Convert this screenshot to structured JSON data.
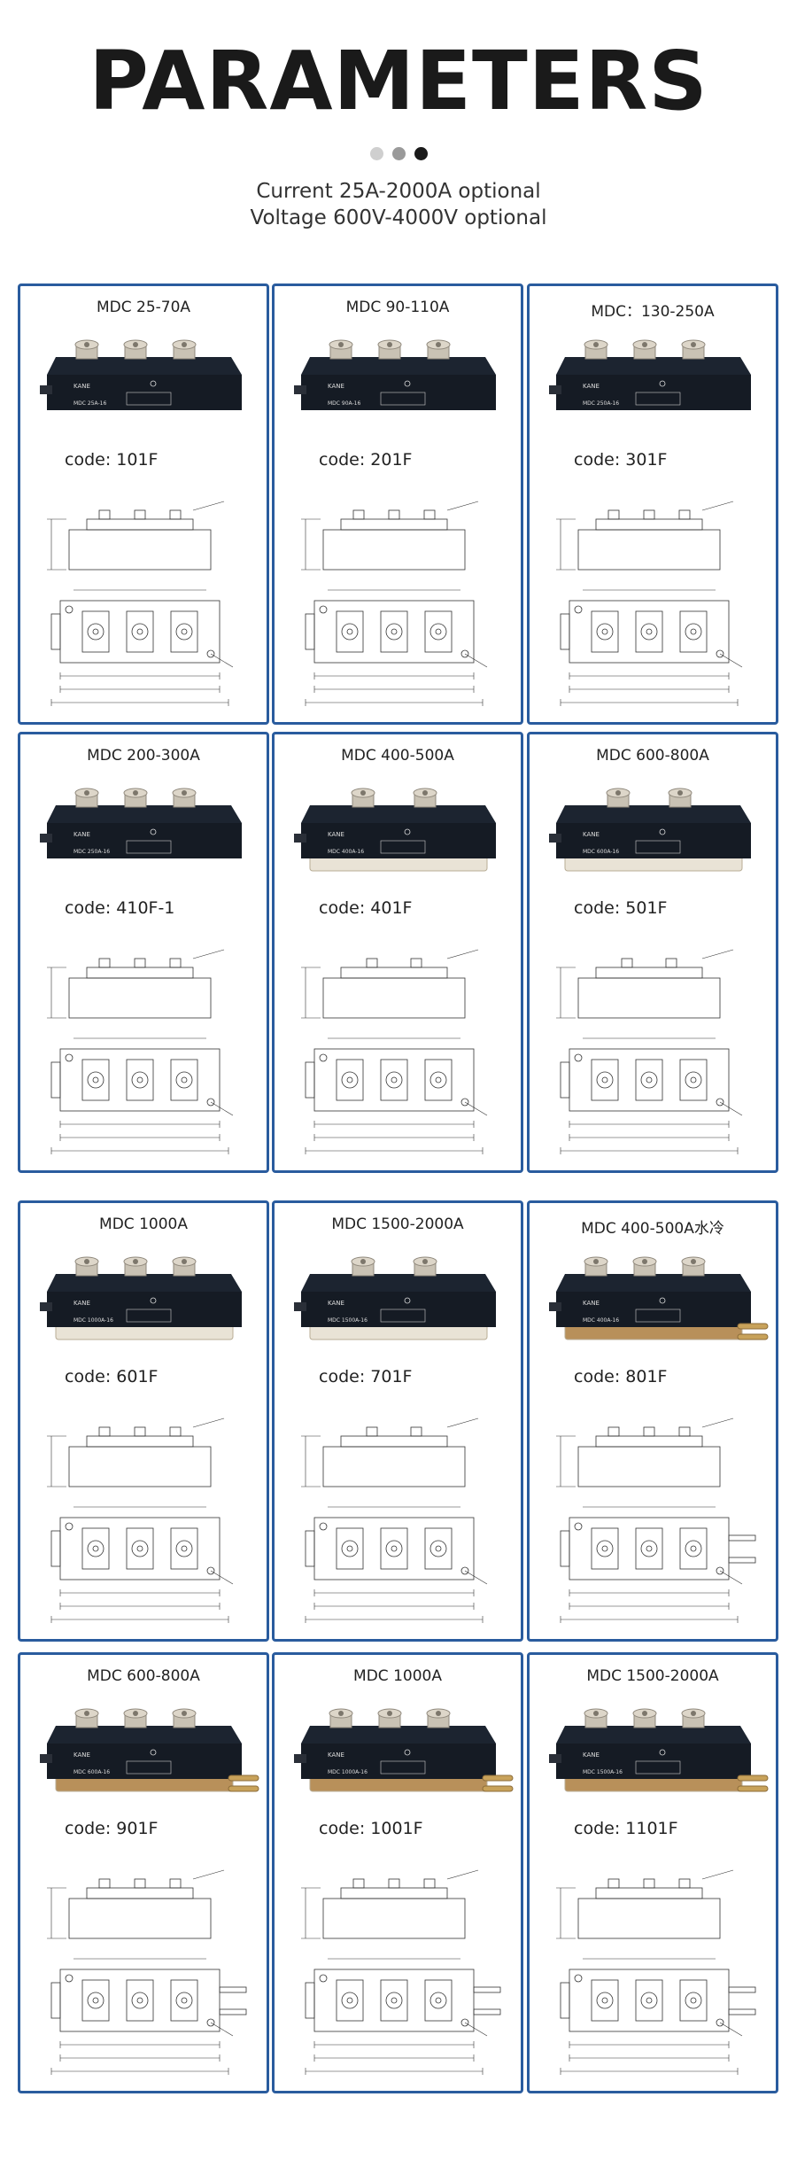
{
  "header": {
    "title": "PARAMETERS",
    "dots": [
      "#cfcfcf",
      "#9a9a9a",
      "#1a1a1a"
    ],
    "current_line": "Current 25A-2000A optional",
    "voltage_line": "Voltage 600V-4000V optional"
  },
  "colors": {
    "frame": "#2a5c9e",
    "module_body": "#1c2430",
    "terminal": "#c9c2b4",
    "water_fitting": "#c8a25a"
  },
  "cards": [
    {
      "title": "MDC 25-70A",
      "code": "code: 101F",
      "label": "MDC 25A-16",
      "brand": "KANE"
    },
    {
      "title": "MDC 90-110A",
      "code": "code: 201F",
      "label": "MDC 90A-16",
      "brand": "KANE"
    },
    {
      "title": "MDC：130-250A",
      "code": "code: 301F",
      "label": "MDC 250A-16",
      "brand": "KANE"
    },
    {
      "title": "MDC 200-300A",
      "code": "code: 410F-1",
      "label": "MDC 250A-16",
      "brand": "KANE"
    },
    {
      "title": "MDC 400-500A",
      "code": "code: 401F",
      "label": "MDC 400A-16",
      "brand": "KANE"
    },
    {
      "title": "MDC 600-800A",
      "code": "code: 501F",
      "label": "MDC 600A-16",
      "brand": "KANE"
    },
    {
      "title": "MDC 1000A",
      "code": "code: 601F",
      "label": "MDC 1000A-16",
      "brand": "KANE"
    },
    {
      "title": "MDC 1500-2000A",
      "code": "code: 701F",
      "label": "MDC 1500A-16",
      "brand": "KANE"
    },
    {
      "title": "MDC 400-500A水冷",
      "code": "code: 801F",
      "label": "MDC 400A-16",
      "brand": "KANE"
    },
    {
      "title": "MDC 600-800A",
      "code": "code: 901F",
      "label": "MDC 600A-16",
      "brand": "KANE"
    },
    {
      "title": "MDC 1000A",
      "code": "code: 1001F",
      "label": "MDC 1000A-16",
      "brand": "KANE"
    },
    {
      "title": "MDC 1500-2000A",
      "code": "code: 1101F",
      "label": "MDC 1500A-16",
      "brand": "KANE"
    }
  ]
}
